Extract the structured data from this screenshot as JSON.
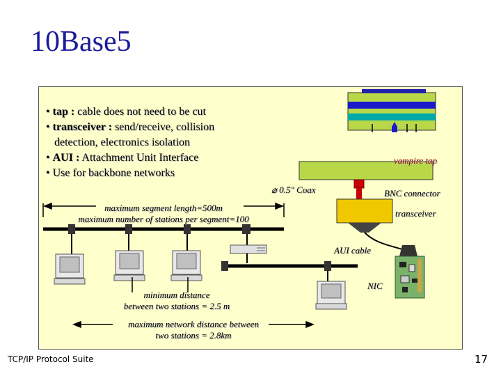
{
  "slide": {
    "title": "10Base5",
    "footer_left": "TCP/IP Protocol Suite",
    "page_number": "17"
  },
  "bullets": [
    {
      "term": "tap :",
      "desc": " cable does not need to be cut"
    },
    {
      "term": "transceiver :",
      "desc": " send/receive, collision"
    },
    {
      "term": "",
      "desc": "detection, electronics isolation"
    },
    {
      "term": "AUI :",
      "desc": " Attachment Unit Interface"
    },
    {
      "term": "",
      "desc": "Use for backbone networks"
    }
  ],
  "labels": {
    "vampire_tap": "vampire tap",
    "coax": "0.5\" Coax",
    "coax_symbol": "⌀",
    "bnc": "BNC connector",
    "transceiver": "transceiver",
    "aui_cable": "AUI cable",
    "nic": "NIC",
    "max_segment_line1": "maximum segment length=500m",
    "max_segment_line2": "maximum number of stations per segment=100",
    "min_distance_line1": "minimum distance",
    "min_distance_line2": "between two stations = 2.5 m",
    "max_network_line1": "maximum network  distance between",
    "max_network_line2": "two stations = 2.8km"
  },
  "colors": {
    "title": "#1a1a99",
    "panel": "#ffffcc",
    "cable": "#b8d84a",
    "tap_red": "#cc0000",
    "transceiver": "#f0c800",
    "nic_board": "#7ab26a"
  }
}
